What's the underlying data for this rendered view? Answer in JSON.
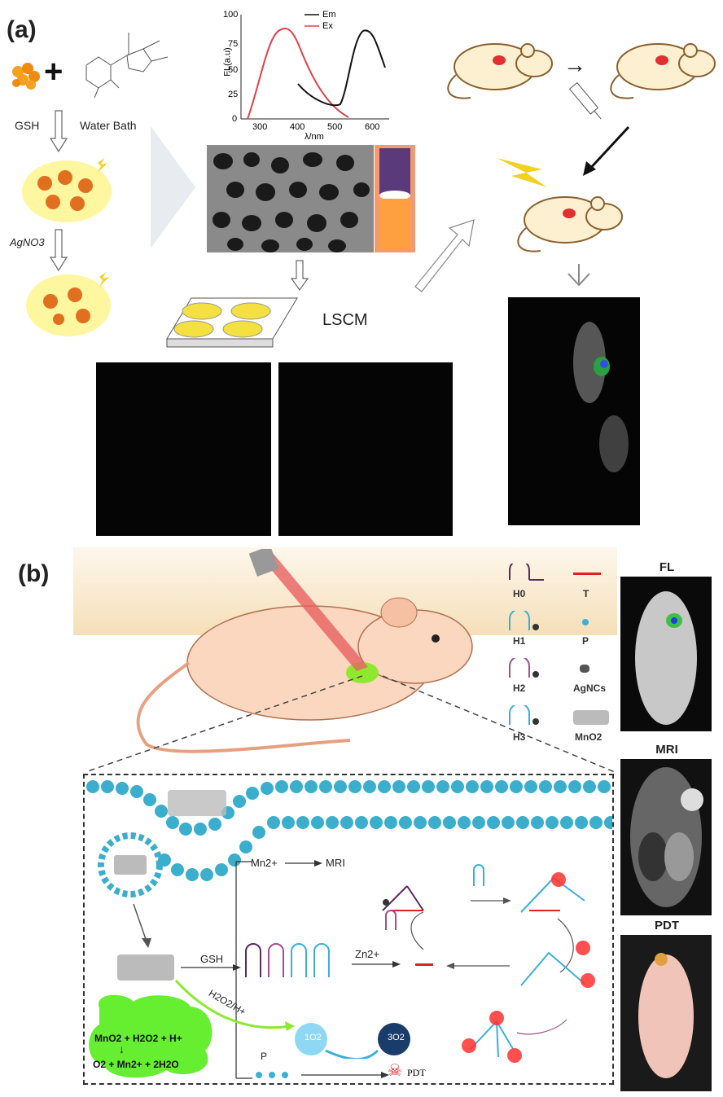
{
  "panel_a": {
    "label": "(a)",
    "gsh": "GSH",
    "water_bath": "Water Bath",
    "agno3": "AgNO3",
    "lscm": "LSCM",
    "spectrum": {
      "y_axis_label": "FL(a.u)",
      "x_axis_label": "λ/nm",
      "y_ticks": [
        "100",
        "75",
        "50",
        "25",
        "0"
      ],
      "x_ticks": [
        "300",
        "400",
        "500",
        "600"
      ],
      "legend": [
        "Em",
        "Ex"
      ],
      "colors": {
        "em": "#111111",
        "ex": "#e0404a"
      }
    }
  },
  "panel_b": {
    "label": "(b)",
    "legend": [
      {
        "key": "H0",
        "type": "hairpin",
        "color": "#5a2a5a"
      },
      {
        "key": "T",
        "type": "bar",
        "color": "#e02020"
      },
      {
        "key": "H1",
        "type": "hairpin",
        "color": "#3ab0d8"
      },
      {
        "key": "P",
        "type": "dot",
        "color": "#3ab0d8"
      },
      {
        "key": "H2",
        "type": "hairpin",
        "color": "#a05090"
      },
      {
        "key": "AgNCs",
        "type": "blob",
        "color": "#555555"
      },
      {
        "key": "H3",
        "type": "hairpin",
        "color": "#3ab0d8"
      },
      {
        "key": "MnO2",
        "type": "sheet",
        "color": "#bbbbbb"
      }
    ],
    "photo_labels": [
      "FL",
      "MRI",
      "PDT"
    ],
    "mn": "Mn2+",
    "mri": "MRI",
    "gsh": "GSH",
    "zn": "Zn2+",
    "h2o2": "H2O2/H+",
    "p": "P",
    "pdt": "PDT",
    "o2_singlet": "1O2",
    "o2_triplet": "3O2",
    "reaction_1": "MnO2 + H2O2 + H+",
    "reaction_2": "O2 + Mn2+ + 2H2O"
  }
}
